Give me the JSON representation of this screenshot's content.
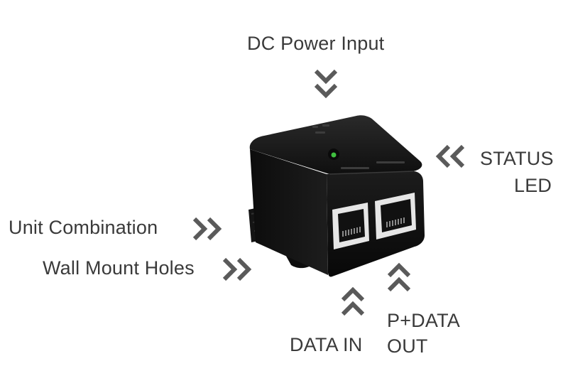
{
  "labels": {
    "dc_power_input": "DC Power Input",
    "status_led_line1": "STATUS",
    "status_led_line2": "LED",
    "unit_combination": "Unit Combination",
    "wall_mount_holes": "Wall Mount Holes",
    "data_in": "DATA IN",
    "pdata_out_line1": "P+DATA",
    "pdata_out_line2": "OUT"
  },
  "icons": {
    "dc_power_arrow": "chevron-double-down-icon",
    "status_led_arrow": "chevron-double-left-icon",
    "unit_combination_arrow": "chevron-double-right-icon",
    "wall_mount_arrow": "chevron-double-right-icon",
    "data_in_arrow": "chevron-double-up-icon",
    "pdata_out_arrow": "chevron-double-up-icon"
  },
  "colors": {
    "text": "#3a3a3a",
    "arrow": "#5a5a5a",
    "device_body": "#151515",
    "port_frame": "#e6e6e6",
    "status_led": "#3fbf3f"
  }
}
